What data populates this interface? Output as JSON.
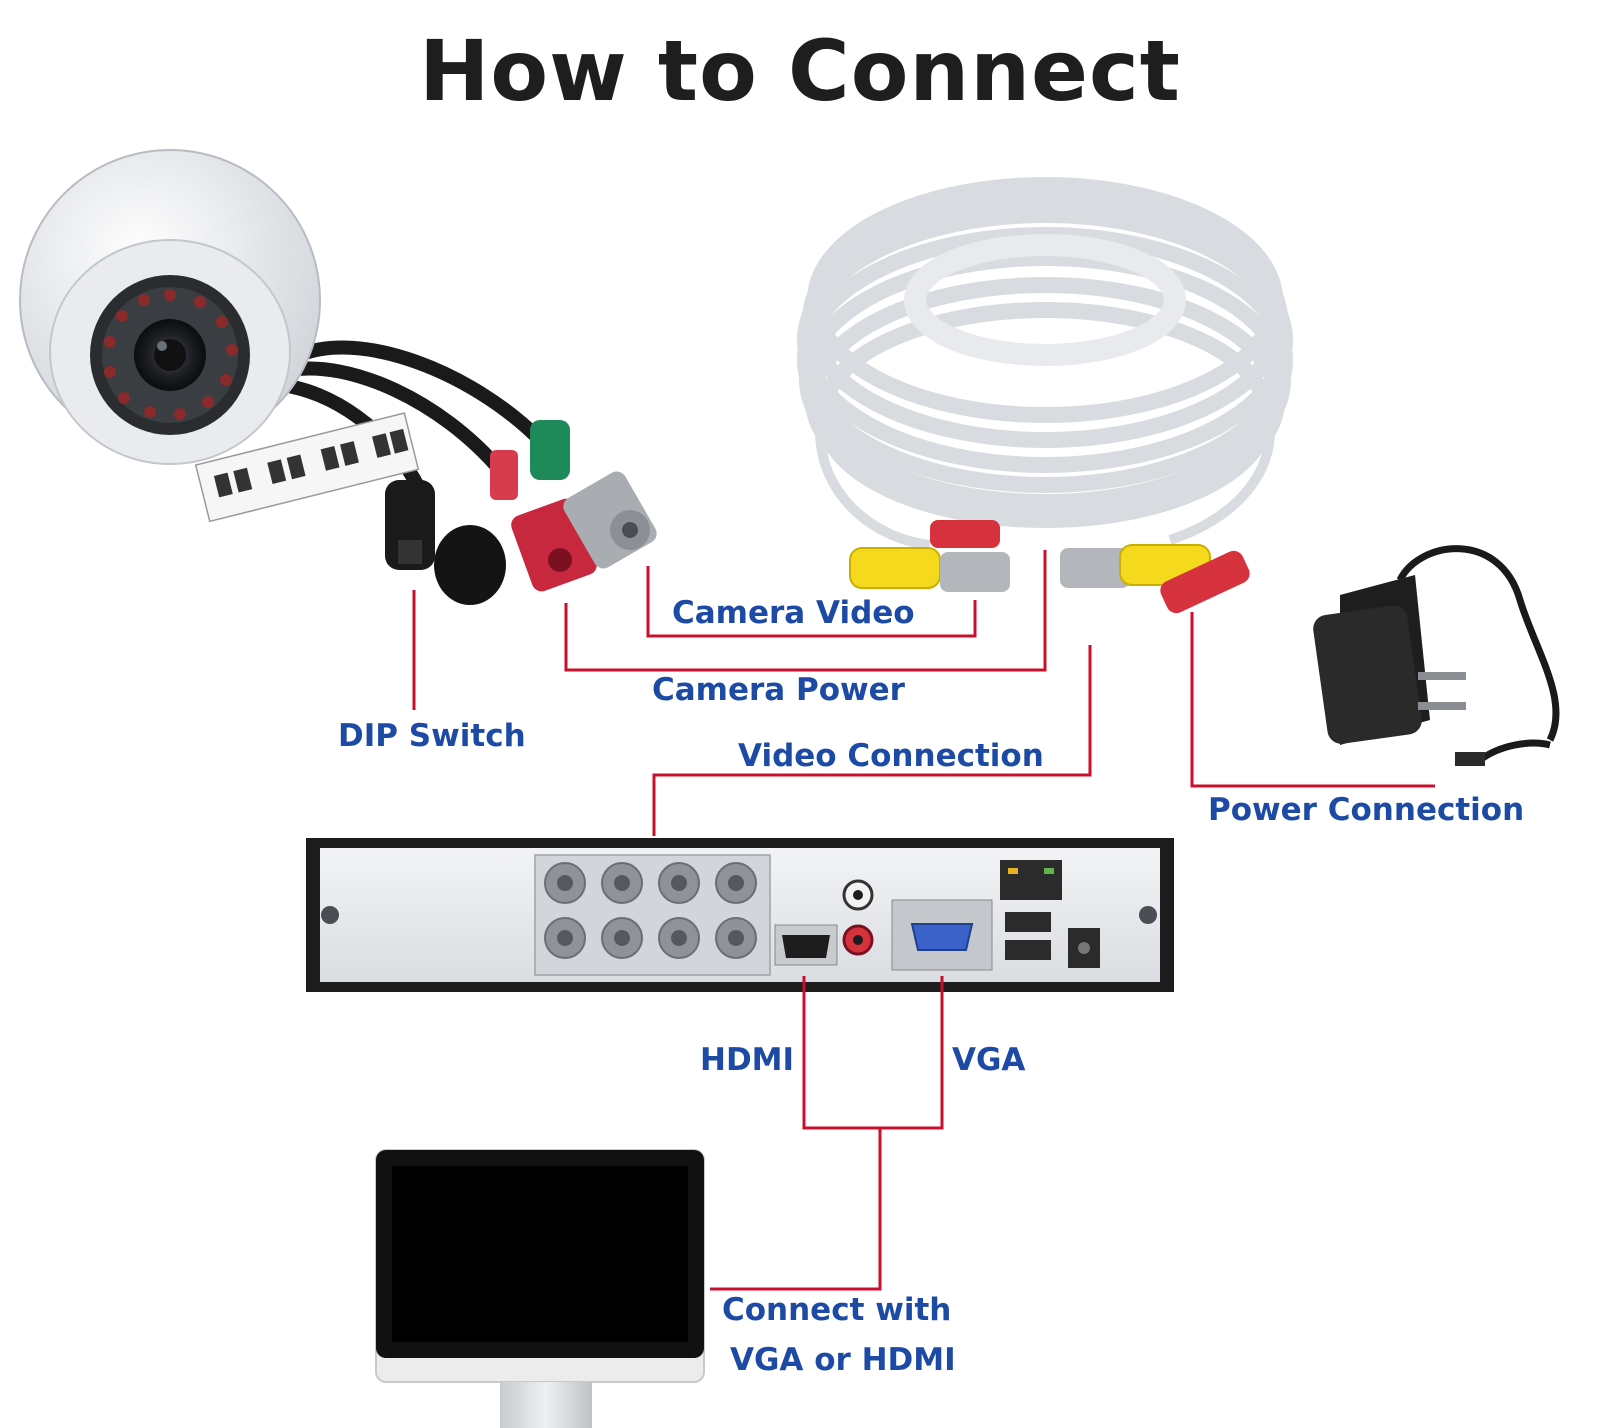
{
  "title": "How to Connect",
  "labels": {
    "camera_video": "Camera Video",
    "camera_power": "Camera Power",
    "dip_switch": "DIP Switch",
    "video_connection": "Video Connection",
    "power_connection": "Power Connection",
    "hdmi": "HDMI",
    "vga": "VGA",
    "connect_line1": "Connect with",
    "connect_line2": "VGA or HDMI"
  },
  "colors": {
    "label_text": "#1c4aa5",
    "connector_line": "#c8102e",
    "title_text": "#1e1e1e"
  },
  "icons": [
    "dome-camera-icon",
    "cable-coil-icon",
    "power-adapter-icon",
    "dvr-recorder-icon",
    "monitor-icon"
  ]
}
